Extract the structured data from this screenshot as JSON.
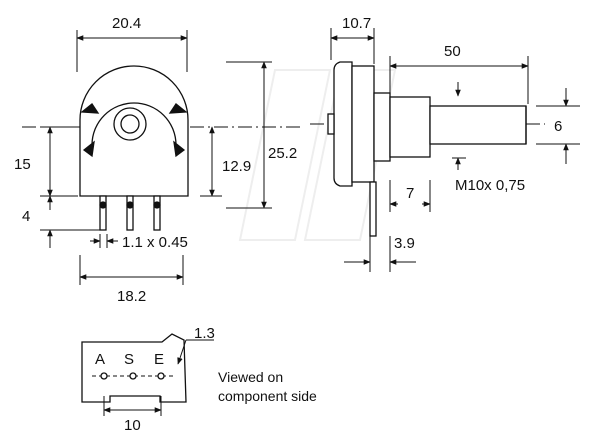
{
  "front_view": {
    "width_top": "20.4",
    "height_shaft_axis": "15",
    "pin_length": "4",
    "pin_size": "1.1 x 0.45",
    "pin_span": "18.2",
    "axis_to_bottom": "12.9",
    "total_height": "25.2"
  },
  "side_view": {
    "body_depth": "10.7",
    "shaft_length": "50",
    "shaft_diameter": "6",
    "thread": "M10x 0,75",
    "thread_length": "7",
    "tab_offset": "3.9"
  },
  "pin_layout": {
    "pin_labels": [
      "A",
      "S",
      "E"
    ],
    "corner_dim": "1.3",
    "pitch": "10",
    "note_line1": "Viewed on",
    "note_line2": "component side"
  }
}
